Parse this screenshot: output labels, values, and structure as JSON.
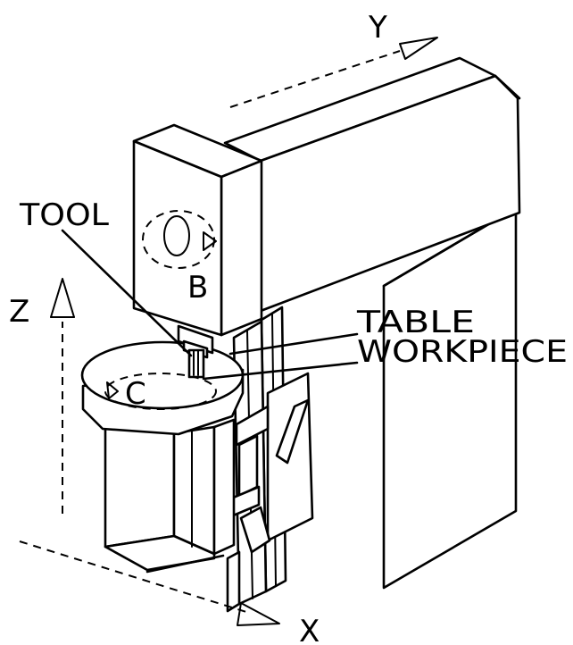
{
  "labels": {
    "y_axis": "Y",
    "x_axis": "X",
    "z_axis": "Z",
    "b_axis": "B",
    "c_axis": "C",
    "tool": "TOOL",
    "table": "TABLE",
    "workpiece": "WORKPIECE"
  },
  "colors": {
    "line": "#000000",
    "background": "#ffffff"
  }
}
